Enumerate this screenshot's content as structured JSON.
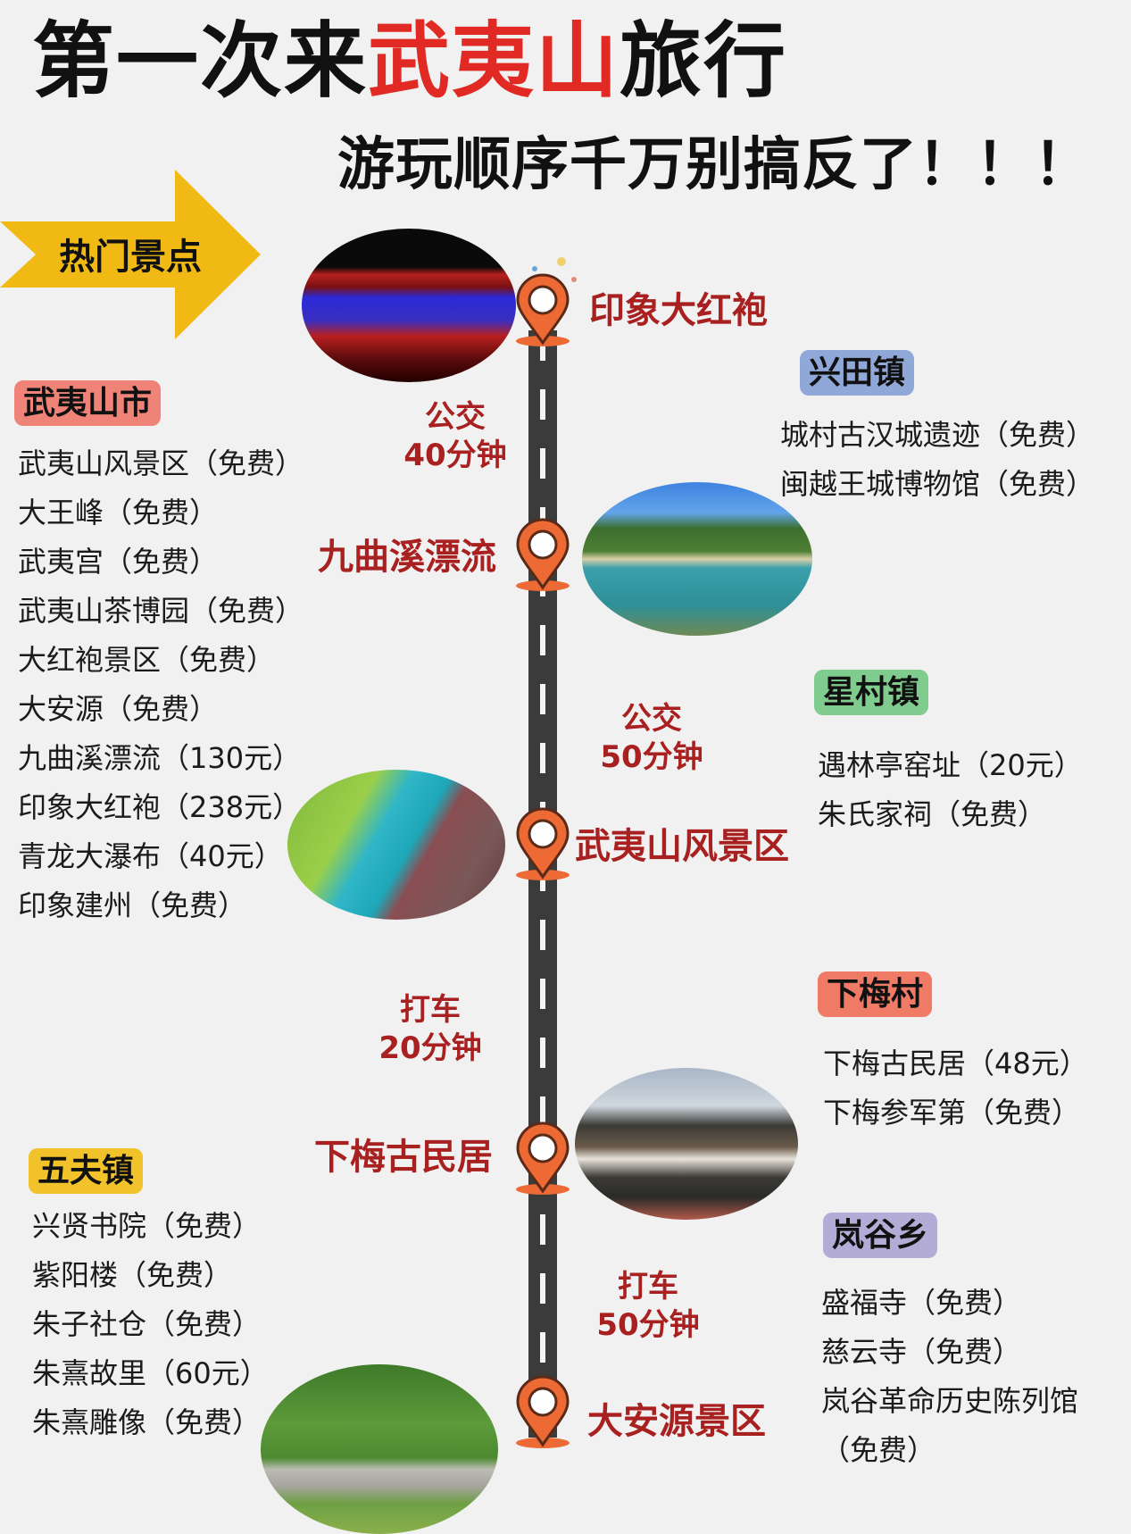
{
  "header": {
    "title_prefix": "第一次来",
    "title_accent": "武夷山",
    "title_suffix": "旅行",
    "subtitle": "游玩顺序千万别搞反了！！！"
  },
  "badge": {
    "label": "热门景点",
    "icon": "arrow-right-icon",
    "color": "#f0b914"
  },
  "colors": {
    "accent_red": "#e02a23",
    "route_label_red": "#a8201f",
    "pin_orange": "#ee6a35",
    "road": "#3b3b3b"
  },
  "route": {
    "stops": [
      {
        "name": "印象大红袍",
        "photo": "night-theater-photo"
      },
      {
        "name": "九曲溪漂流",
        "photo": "bamboo-rafting-photo"
      },
      {
        "name": "武夷山风景区",
        "photo": "river-valley-photo"
      },
      {
        "name": "下梅古民居",
        "photo": "old-village-photo"
      },
      {
        "name": "大安源景区",
        "photo": "forest-stream-photo"
      }
    ],
    "transfers": [
      {
        "mode": "公交",
        "duration": "40分钟"
      },
      {
        "mode": "公交",
        "duration": "50分钟"
      },
      {
        "mode": "打车",
        "duration": "20分钟"
      },
      {
        "mode": "打车",
        "duration": "50分钟"
      }
    ]
  },
  "regions": [
    {
      "name": "武夷山市",
      "color": "#f08377",
      "spots": [
        "武夷山风景区（免费）",
        "大王峰（免费）",
        "武夷宫（免费）",
        "武夷山茶博园（免费）",
        "大红袍景区（免费）",
        "大安源（免费）",
        "九曲溪漂流（130元）",
        "印象大红袍（238元）",
        "青龙大瀑布（40元）",
        "印象建州（免费）"
      ]
    },
    {
      "name": "兴田镇",
      "color": "#8fa8d8",
      "spots": [
        "城村古汉城遗迹（免费）",
        "闽越王城博物馆（免费）"
      ]
    },
    {
      "name": "星村镇",
      "color": "#7fcc8e",
      "spots": [
        "遇林亭窑址（20元）",
        "朱氏家祠（免费）"
      ]
    },
    {
      "name": "下梅村",
      "color": "#ef7a66",
      "spots": [
        "下梅古民居（48元）",
        "下梅参军第（免费）"
      ]
    },
    {
      "name": "五夫镇",
      "color": "#f2c22a",
      "spots": [
        "兴贤书院（免费）",
        "紫阳楼（免费）",
        "朱子社仓（免费）",
        "朱熹故里（60元）",
        "朱熹雕像（免费）"
      ]
    },
    {
      "name": "岚谷乡",
      "color": "#b3acd6",
      "spots": [
        "盛福寺（免费）",
        "慈云寺（免费）",
        "岚谷革命历史陈列馆",
        "（免费）"
      ]
    }
  ]
}
